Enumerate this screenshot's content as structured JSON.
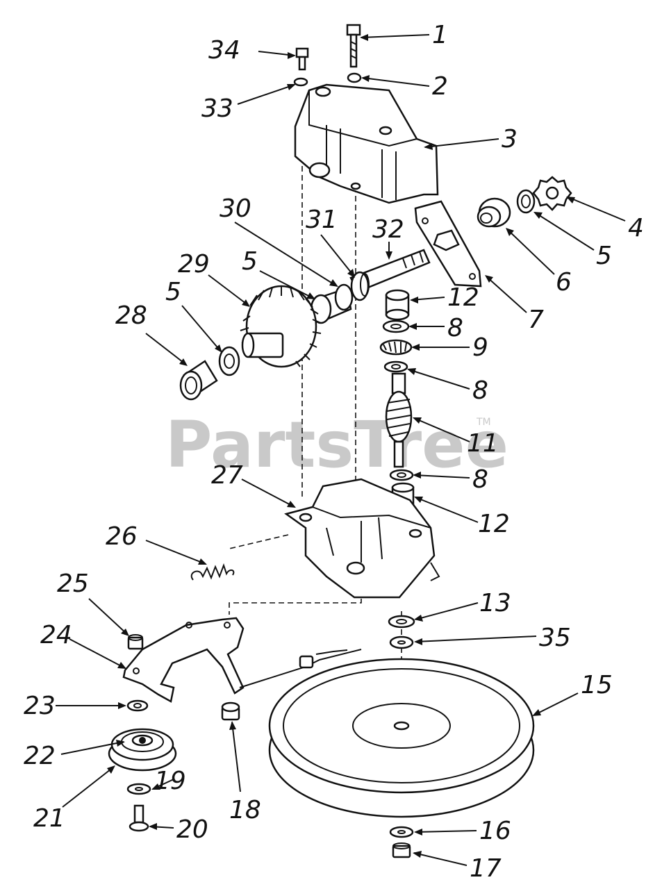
{
  "watermark": {
    "text": "PartsTree",
    "trademark": "TM"
  },
  "callouts": [
    "1",
    "2",
    "3",
    "4",
    "5",
    "6",
    "7",
    "5",
    "12",
    "8",
    "9",
    "8",
    "11",
    "8",
    "12",
    "13",
    "35",
    "15",
    "16",
    "17",
    "18",
    "19",
    "20",
    "21",
    "22",
    "23",
    "24",
    "25",
    "26",
    "27",
    "28",
    "5",
    "29",
    "5",
    "30",
    "31",
    "32",
    "33",
    "34"
  ],
  "colors": {
    "ink": "#111111",
    "paper": "#ffffff",
    "watermark": "#c9c9c9"
  }
}
